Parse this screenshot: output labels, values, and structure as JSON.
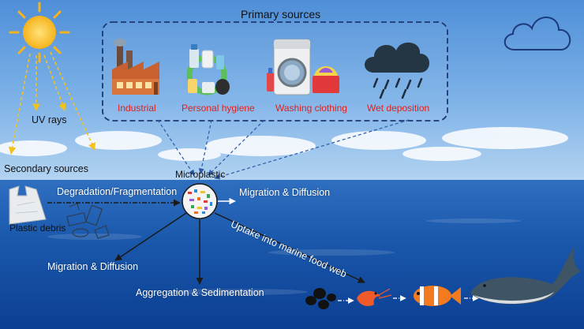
{
  "primary": {
    "title": "Primary sources",
    "items": [
      {
        "label": "Industrial",
        "icon": "factory-icon"
      },
      {
        "label": "Personal hygiene",
        "icon": "hygiene-products-icon"
      },
      {
        "label": "Washing clothing",
        "icon": "washing-machine-icon"
      },
      {
        "label": "Wet deposition",
        "icon": "rain-cloud-icon"
      }
    ]
  },
  "uv_label": "UV rays",
  "secondary_label": "Secondary sources",
  "debris_label": "Plastic debris",
  "degradation_label": "Degradation/Fragmentation",
  "microplastic_label": "Microplastic",
  "migration_right": "Migration & Diffusion",
  "migration_left": "Migration & Diffusion",
  "aggregation": "Aggregation & Sedimentation",
  "uptake": "Uptake into marine food web",
  "colors": {
    "primary_text": "#e0201c",
    "sky_top": "#4f8fd8",
    "ocean_deep": "#0c3f92",
    "sun": "#f6b31c"
  },
  "food_chain": [
    "plankton-icon",
    "shrimp-icon",
    "clownfish-icon",
    "whale-icon"
  ]
}
